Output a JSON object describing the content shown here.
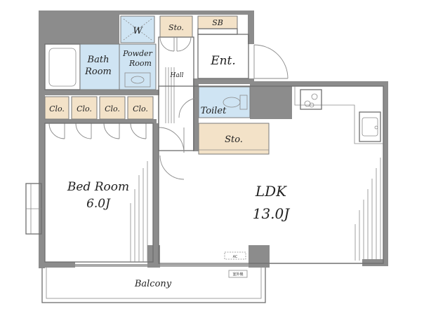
{
  "plan": {
    "rooms": {
      "wash": "W",
      "sto_top": "Sto.",
      "sb": "SB",
      "bath_l1": "Bath",
      "bath_l2": "Room",
      "powder_l1": "Powder",
      "powder_l2": "Room",
      "hall": "Hall",
      "ent": "Ent.",
      "toilet": "Toilet",
      "sto_mid": "Sto.",
      "clo1": "Clo.",
      "clo2": "Clo.",
      "clo3": "Clo.",
      "clo4": "Clo.",
      "bed_name": "Bed Room",
      "bed_size": "6.0J",
      "ldk_name": "LDK",
      "ldk_size": "13.0J",
      "balcony": "Balcony",
      "ac": "AC",
      "outdoor_unit": "室外機"
    },
    "colors": {
      "storage_fill": "#f3e2c8",
      "wet_fill": "#cfe4f3",
      "wall": "#8c8c8c"
    }
  }
}
